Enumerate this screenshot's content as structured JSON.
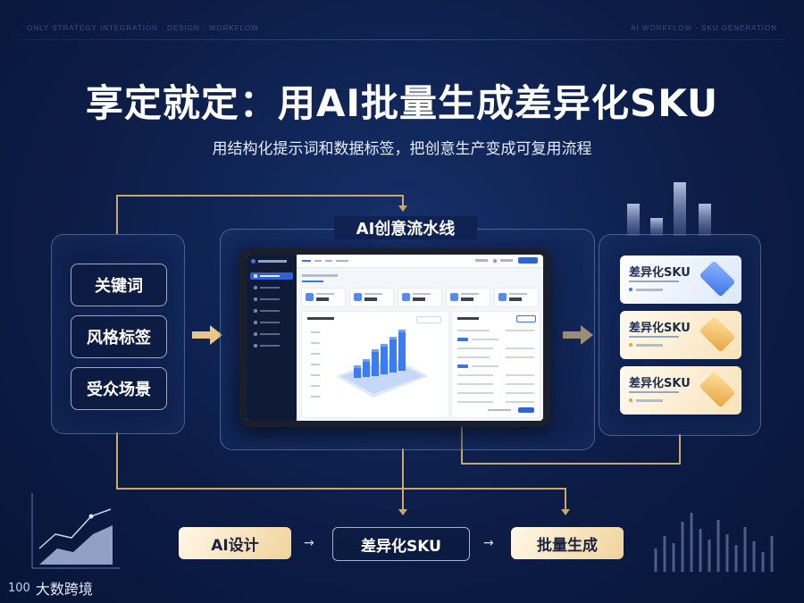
{
  "header": {
    "strip_left": "ONLY STRATEGY INTEGRATION · DESIGN · WORKFLOW",
    "strip_right": "AI WORKFLOW · SKU GENERATION",
    "title": "享定就定：用AI批量生成差异化SKU",
    "subtitle": "用结构化提示词和数据标签，把创意生产变成可复用流程"
  },
  "inputs": {
    "items": [
      {
        "label": "关键词"
      },
      {
        "label": "风格标签"
      },
      {
        "label": "受众场景"
      }
    ]
  },
  "pipeline": {
    "label": "AI创意流水线"
  },
  "outputs": {
    "cards": [
      {
        "name": "差异化SKU",
        "accent": "#3b74e8"
      },
      {
        "name": "差异化SKU",
        "accent": "#e5a640"
      },
      {
        "name": "差异化SKU",
        "accent": "#e5a640"
      }
    ]
  },
  "bottom_flow": {
    "steps": [
      {
        "label": "AI设计"
      },
      {
        "label": "差异化SKU"
      },
      {
        "label": "批量生成"
      }
    ],
    "arrow": "→"
  },
  "brand": {
    "mark": "100",
    "name": "大数跨境"
  },
  "colors": {
    "gold": "#e9c98a",
    "blue": "#3b74e8",
    "background": "#0c1d47"
  }
}
